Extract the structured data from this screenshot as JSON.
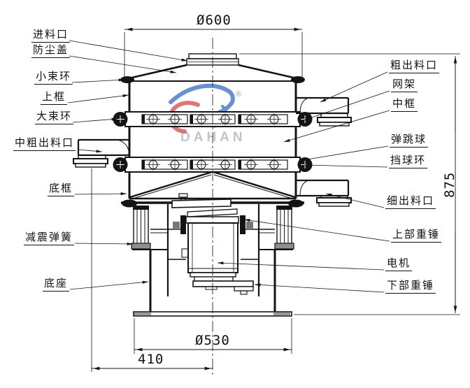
{
  "watermark": {
    "brand": "DAHAN",
    "registered_mark": "®"
  },
  "dimensions": {
    "top_diameter": "Ø600",
    "total_height": "875",
    "base_diameter": "Ø530",
    "outlet_offset": "410"
  },
  "parts_left": [
    {
      "name": "feed-inlet",
      "label": "进料口"
    },
    {
      "name": "dust-cover",
      "label": "防尘盖"
    },
    {
      "name": "small-clamp-ring",
      "label": "小束环"
    },
    {
      "name": "upper-frame",
      "label": "上框"
    },
    {
      "name": "large-clamp-ring",
      "label": "大束环"
    },
    {
      "name": "medium-coarse-outlet",
      "label": "中粗出料口"
    },
    {
      "name": "bottom-frame",
      "label": "底框"
    },
    {
      "name": "damping-spring",
      "label": "减震弹簧"
    },
    {
      "name": "base",
      "label": "底座"
    }
  ],
  "parts_right": [
    {
      "name": "coarse-outlet",
      "label": "粗出料口"
    },
    {
      "name": "mesh-frame",
      "label": "网架"
    },
    {
      "name": "middle-frame",
      "label": "中框"
    },
    {
      "name": "bouncing-ball",
      "label": "弹跳球"
    },
    {
      "name": "ball-stop-ring",
      "label": "挡球环"
    },
    {
      "name": "fine-outlet",
      "label": "细出料口"
    },
    {
      "name": "upper-weight",
      "label": "上部重锤"
    },
    {
      "name": "motor",
      "label": "电机"
    },
    {
      "name": "lower-weight",
      "label": "下部重锤"
    }
  ],
  "colors": {
    "line": "#141414",
    "logo_blue": "#4f7ec9",
    "logo_red": "#d56060",
    "watermark_gray": "#c2c5c9"
  }
}
